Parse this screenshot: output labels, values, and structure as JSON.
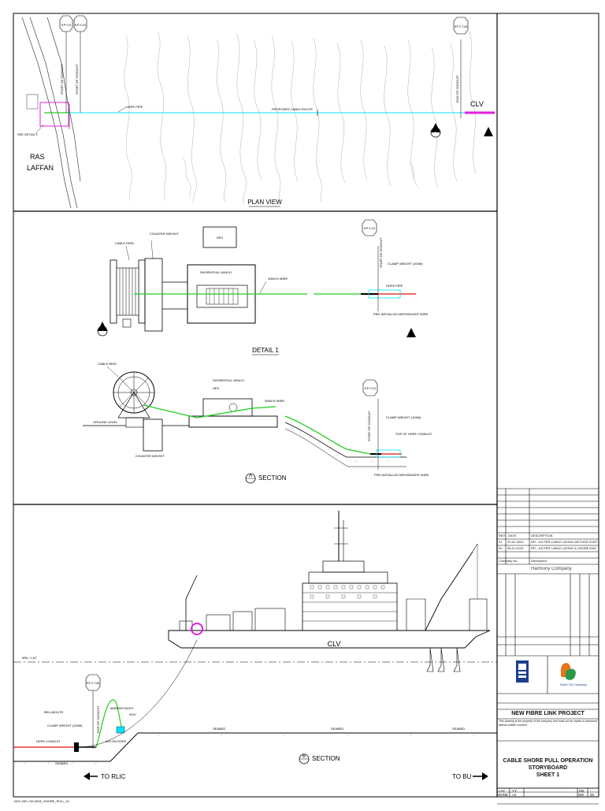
{
  "plan": {
    "title": "PLAN VIEW",
    "kp_left": [
      "KP 0.0",
      "KP 0.10"
    ],
    "kp_right": "KP 2.744",
    "ras_laffan": [
      "RAS",
      "LAFFAN"
    ],
    "clv": "CLV",
    "hdpe_pipe": "HDPE PIPE",
    "proposed_route": "PROPOSED CABLE ROUTE",
    "see_detail": "SEE DETAIL 1",
    "start_conduit": "START OF CONDUIT",
    "end_conduit": "END OF CONDUIT",
    "section_marker": "B"
  },
  "detail": {
    "title": "DETAIL 1",
    "cable_reel": "CABLE REEL",
    "counter_weight": "COUNTER WEIGHT",
    "hpu": "HPU",
    "shore_winch": "SHORE/PULL WINCH",
    "winch_wire": "WINCH WIRE",
    "kp_label": "KP 0.10",
    "start_conduit": "START OF CONDUIT",
    "clamp_weight": "CLAMP WEIGHT (10t/M)",
    "hdpe_pipe": "HDPE PIPE",
    "pre_installed": "PRE-INSTALLED MESSENGER WIRE",
    "section_marker": "A"
  },
  "section_a": {
    "title": "SECTION",
    "marker": "A",
    "cable_reel": "CABLE REEL",
    "ground_level": "GROUND LEVEL",
    "counter_weight": "COUNTER WEIGHT",
    "shore_winch": "SHORE/PULL WINCH",
    "hpu": "HPU",
    "winch_wire": "WINCH WIRE",
    "kp_label": "KP 0.10",
    "start_conduit": "START OF CONDUIT",
    "clamp_weight": "CLAMP WEIGHT (10t/M)",
    "top_conduit": "TOP OF HDPE CONDUIT",
    "pre_installed": "PRE-INSTALLED MESSENGER WIRE"
  },
  "section_b": {
    "title": "SECTION",
    "marker": "B",
    "clv": "CLV",
    "msl": "MSL / LAT",
    "kp_label": "KP 2.744",
    "bellmouth": "BELLMOUTH",
    "clamp_weight": "CLAMP WEIGHT (10t/M)",
    "hdpe_conduit": "HDPE CONDUIT",
    "end_conduit": "END OF CONDUIT",
    "marker_buoy": "MARKER BUOY",
    "rov": "ROV",
    "nylon_rope": "NYLON ROPE",
    "seabed": "SEABED",
    "to_rlic": "TO RLIC",
    "to_bu": "TO BU"
  },
  "title_block": {
    "rev_rows": [
      [
        "REV",
        "DATE",
        "DESCRIPTION"
      ],
      [
        "01",
        "20-02-2020",
        "RFI - AS PER CABLE LAYING METHOD STATEMENT COMMENTS"
      ],
      [
        "00",
        "06-11-2019",
        "RFI - AS PER CABLE LAYING & SHORE END MANAGEMENT COMMENTS"
      ]
    ],
    "company_row": [
      "Company No.",
      "Description"
    ],
    "ownership_note": "Harmony Company",
    "client": "North Oil Company",
    "project": "NEW FIBRE LINK PROJECT",
    "disclaimer": "This drawing is the property of the company and must not be copied or disclosed without written consent.",
    "title_lines": [
      "CABLE SHORE PULL OPERATION",
      "STORYBOARD",
      "SHEET 1"
    ],
    "row1": [
      "LAY",
      "YY",
      "DB",
      "-"
    ],
    "row2": [
      "NONE",
      "A1",
      "000",
      "00"
    ],
    "file_ref": "NOC-NFL-SD-0001_SHORE_PULL_01"
  },
  "colors": {
    "cable_green": "#22cc22",
    "hdpe_cyan": "#00e5ff",
    "magenta": "#e020e0",
    "red": "#e01010",
    "contour": "#b0b0b0",
    "line": "#000000",
    "logo_blue": "#1c3f8f",
    "logo_orange": "#e8751a",
    "logo_green": "#2a9a4a"
  }
}
